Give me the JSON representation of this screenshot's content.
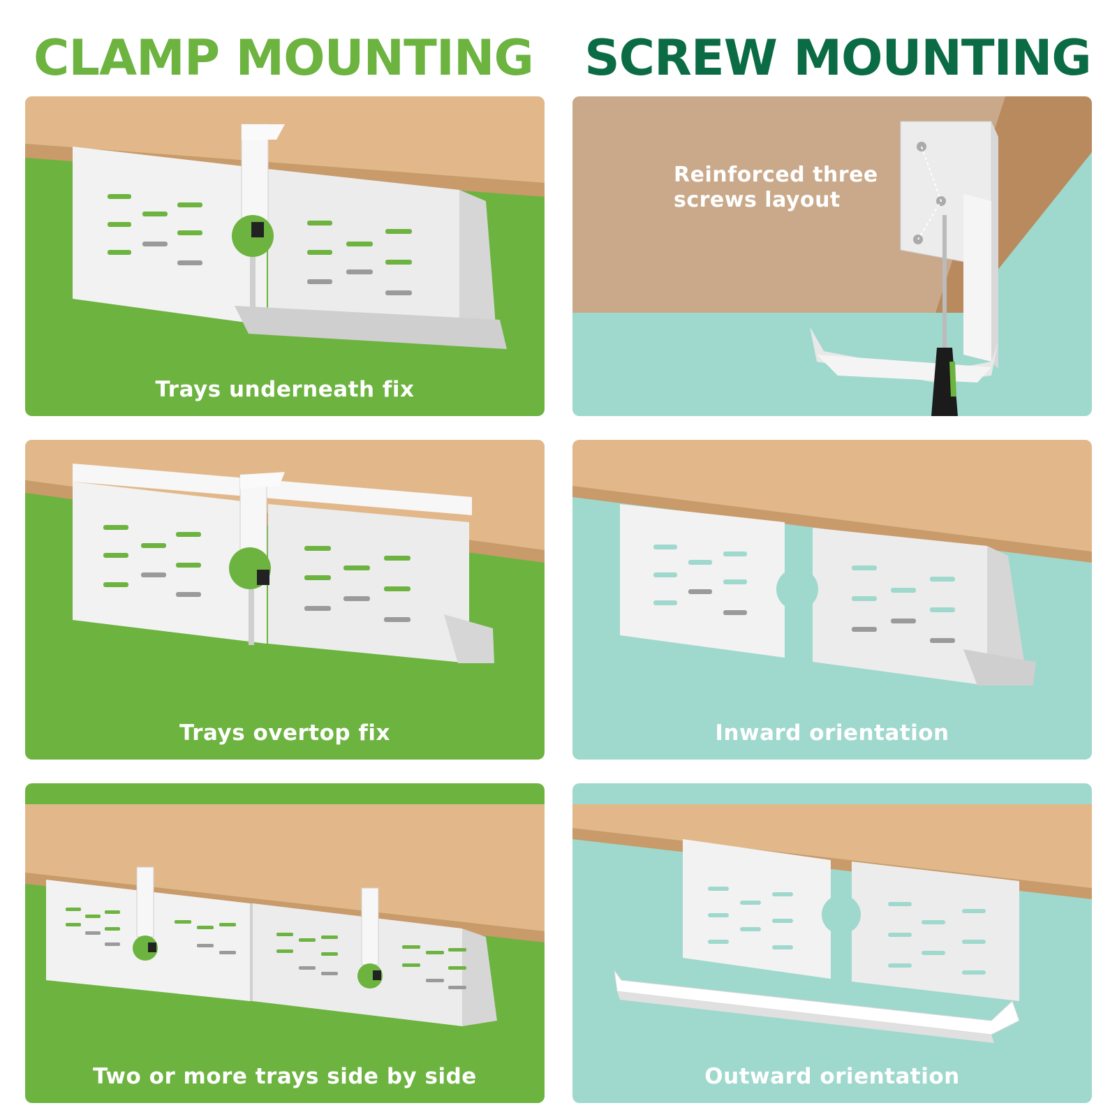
{
  "columns": {
    "left_title": "CLAMP MOUNTING",
    "right_title": "SCREW MOUNTING"
  },
  "colors": {
    "clamp_title": "#6cb33f",
    "screw_title": "#0a6b44",
    "clamp_panel_bg": "#6cb33f",
    "screw_panel_bg": "#9fd8cd",
    "desk_wood": "#e2b88a",
    "tray_white": "#f2f2f2"
  },
  "panels": {
    "clamp_underneath": {
      "caption": "Trays underneath fix"
    },
    "clamp_overtop": {
      "caption": "Trays overtop fix"
    },
    "clamp_side_by_side": {
      "caption": "Two or more trays side by side"
    },
    "screw_layout": {
      "callout": "Reinforced three\nscrews layout"
    },
    "screw_inward": {
      "caption": "Inward orientation"
    },
    "screw_outward": {
      "caption": "Outward orientation"
    }
  }
}
